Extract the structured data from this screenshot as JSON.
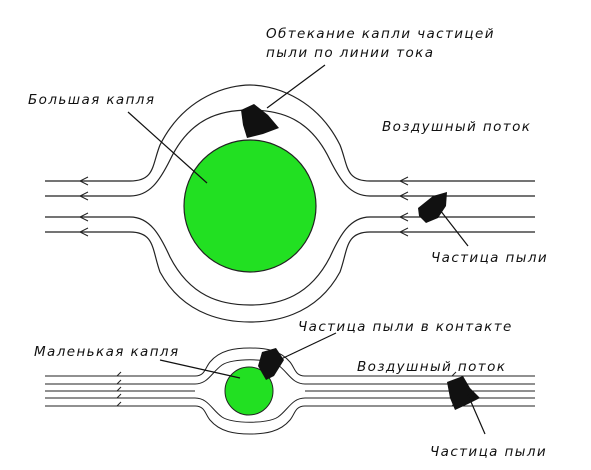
{
  "colors": {
    "droplet": "#22e022",
    "droplet_stroke": "#222222",
    "line": "#222222",
    "particle": "#111111",
    "background": "#ffffff"
  },
  "top": {
    "flow_around_label_line1": "Обтекание капли частицей",
    "flow_around_label_line2": "пыли по линии тока",
    "big_drop_label": "Большая капля",
    "air_flow_label": "Воздушный поток",
    "dust_particle_label": "Частица пыли"
  },
  "bottom": {
    "contact_label": "Частица пыли в контакте",
    "small_drop_label": "Маленькая капля",
    "air_flow_label": "Воздушный поток",
    "dust_particle_label": "Частица пыли"
  }
}
